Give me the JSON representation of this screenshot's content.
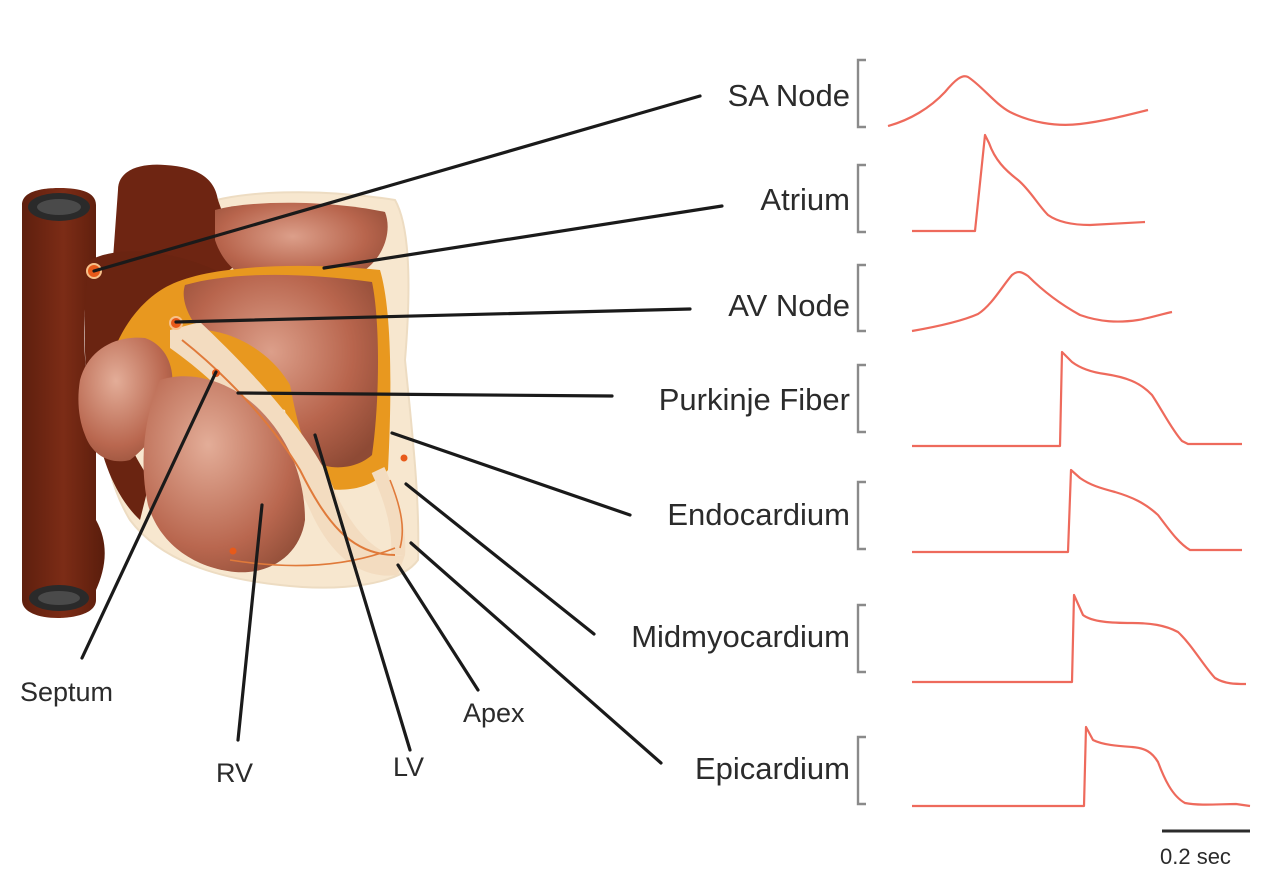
{
  "labels": {
    "sa_node": "SA Node",
    "atrium": "Atrium",
    "av_node": "AV Node",
    "purkinje": "Purkinje Fiber",
    "endocardium": "Endocardium",
    "midmyocardium": "Midmyocardium",
    "epicardium": "Epicardium",
    "septum": "Septum",
    "rv": "RV",
    "lv": "LV",
    "apex": "Apex"
  },
  "scale_bar": {
    "label": "0.2 sec"
  },
  "colors": {
    "vessel": "#7a2a14",
    "muscle": "#c97b64",
    "conduction": "#e8981f",
    "pericardium": "#f6e6cf",
    "trace": "#ee6a5c",
    "node_marker": "#e85a1a"
  }
}
